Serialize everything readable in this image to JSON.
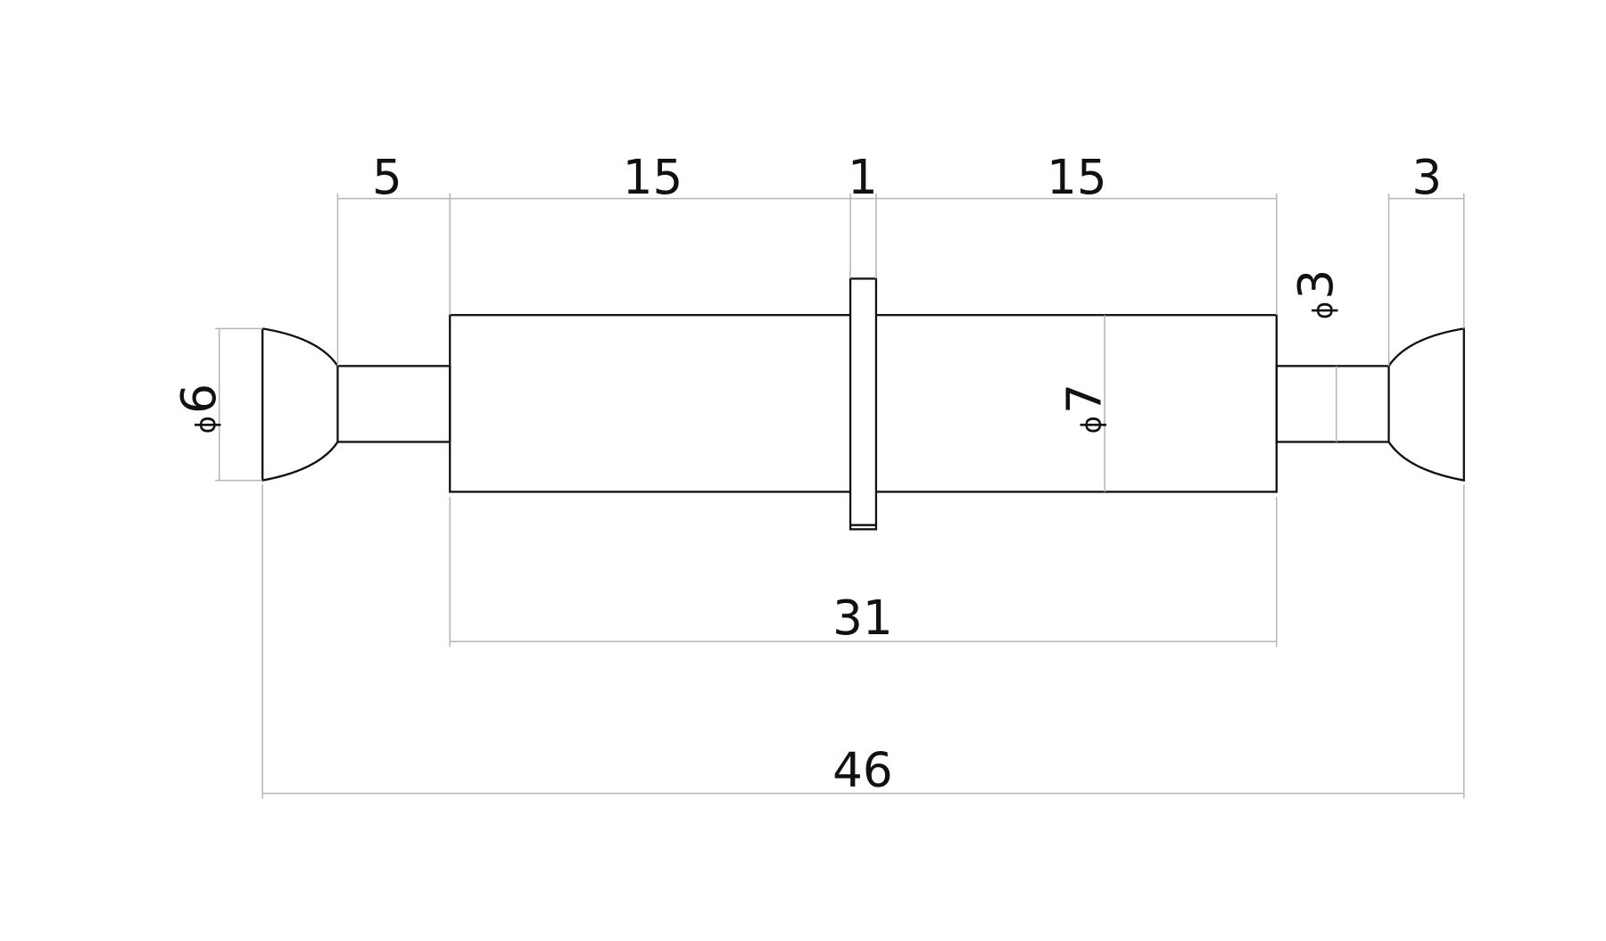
{
  "drawing": {
    "dimensions": {
      "neck_left_length": "5",
      "body_left_length": "15",
      "flange_thickness": "1",
      "body_right_length": "15",
      "knob_right_length": "3",
      "body_total_length": "31",
      "overall_length": "46"
    },
    "diameters": {
      "symbol": "ϕ",
      "knob": "6",
      "body": "7",
      "neck": "3"
    }
  }
}
